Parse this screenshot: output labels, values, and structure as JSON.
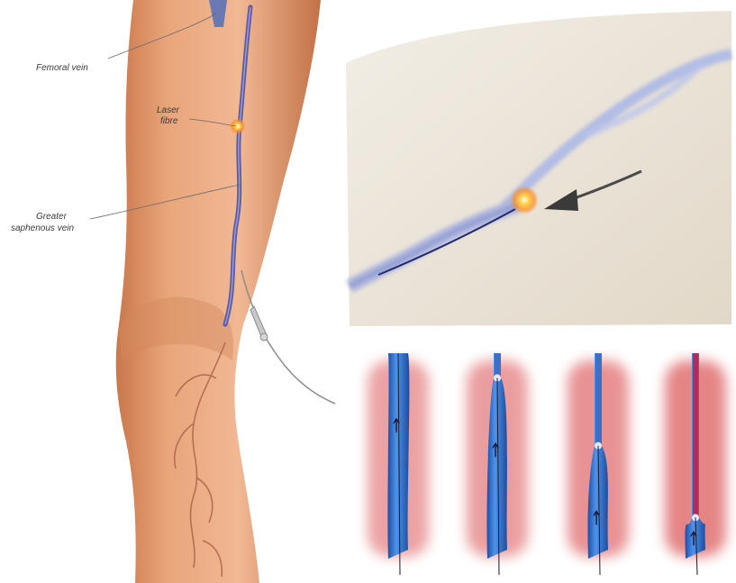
{
  "labels": {
    "femoral_vein": "Femoral vein",
    "laser_fibre_line1": "Laser",
    "laser_fibre_line2": "fibre",
    "saphenous_line1": "Greater",
    "saphenous_line2": "saphenous vein"
  },
  "colors": {
    "skin": "#e9a57a",
    "skin_shadow": "#c97a4e",
    "vein": "#5a5aa6",
    "inset_bg": "#ece6da",
    "vessel_blue": "#2a6fd0",
    "inflammation_red": "#d9464a",
    "laser_glow": "#ff9a2a"
  },
  "stages": [
    {
      "id": 1,
      "treated_fraction": 0.0
    },
    {
      "id": 2,
      "treated_fraction": 0.12
    },
    {
      "id": 3,
      "treated_fraction": 0.45
    },
    {
      "id": 4,
      "treated_fraction": 0.8
    }
  ]
}
